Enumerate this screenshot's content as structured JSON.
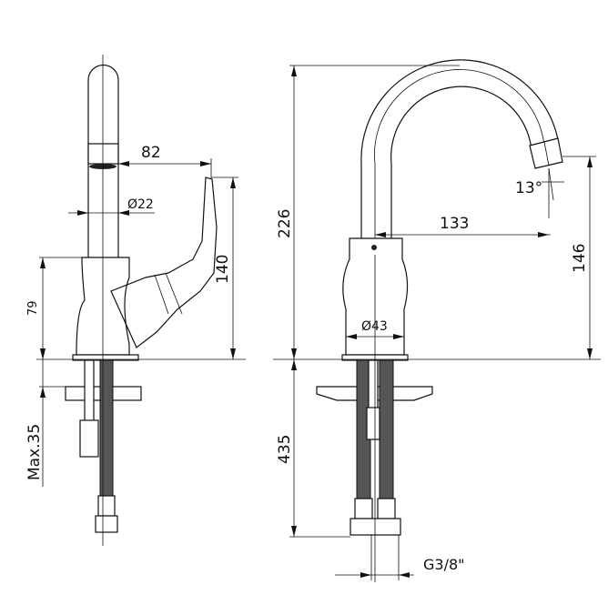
{
  "drawing": {
    "side_view": {
      "spout_reach": "82",
      "spout_diameter": "Ø22",
      "lever_height": "140",
      "body_height": "79",
      "max_counter_thickness": "Max.35"
    },
    "front_view": {
      "total_height": "226",
      "spout_projection": "133",
      "outlet_angle": "13°",
      "outlet_height": "146",
      "body_diameter": "Ø43",
      "hose_length": "435",
      "connection_thread": "G3/8\""
    }
  }
}
